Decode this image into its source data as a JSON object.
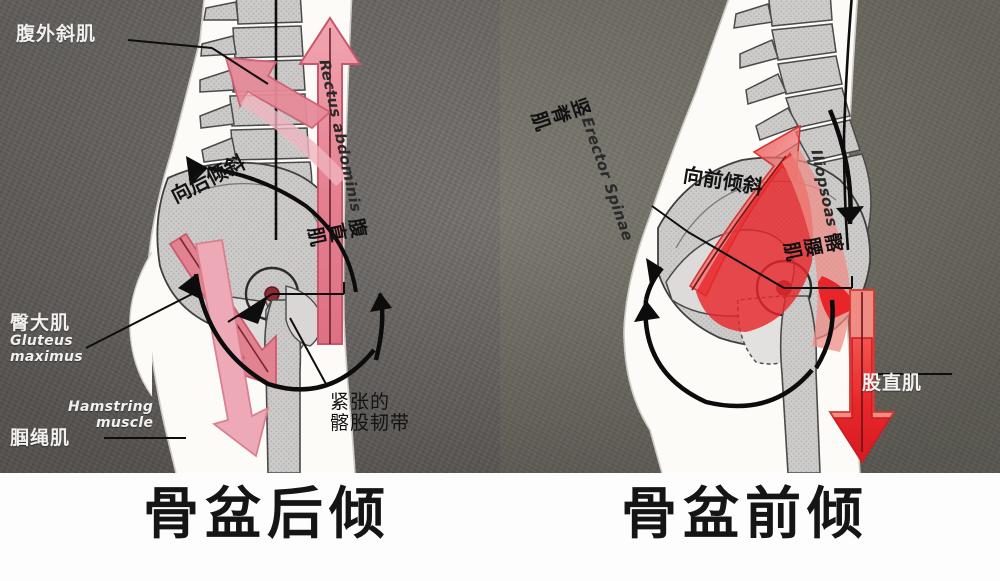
{
  "image": {
    "type": "anatomical-illustration",
    "subject": "pelvic-tilt-comparison",
    "panels": 2
  },
  "colors": {
    "background_left": "#6c6865",
    "background_right": "#747166",
    "skin": "#fdfbf8",
    "bone": "#c9c7c6",
    "bone_outline": "#3a3a3a",
    "arrow_pink": "#e4808f",
    "arrow_pink_dark": "#cf5f72",
    "arrow_red": "#e8262a",
    "arrow_red_light": "#ef8d85",
    "motion_arc": "#101010",
    "caption_text": "#151515",
    "label_white": "#f2f1ef",
    "label_dark": "#121212"
  },
  "left_panel": {
    "caption": "骨盆后倾",
    "tilt_arc_label": "向后倾斜",
    "labels": {
      "external_oblique": {
        "cn": "腹外斜肌"
      },
      "rectus_abdominis": {
        "cn": "腹直肌",
        "en": "Rectus abdominis"
      },
      "gluteus_maximus": {
        "cn": "臀大肌",
        "en_line1": "Gluteus",
        "en_line2": "maximus"
      },
      "hamstring": {
        "cn": "腘绳肌",
        "en_line1": "Hamstring",
        "en_line2": "muscle"
      },
      "iliofemoral_ligament": {
        "cn_line1": "紧张的",
        "cn_line2": "髂股韧带"
      }
    }
  },
  "right_panel": {
    "caption": "骨盆前倾",
    "tilt_arc_label": "向前倾斜",
    "labels": {
      "erector_spinae": {
        "cn": "竖脊肌",
        "en": "Erector Spinae"
      },
      "iliopsoas": {
        "cn": "髂腰肌",
        "en": "Iliopsoas"
      },
      "rectus_femoris": {
        "cn": "股直肌"
      }
    }
  }
}
